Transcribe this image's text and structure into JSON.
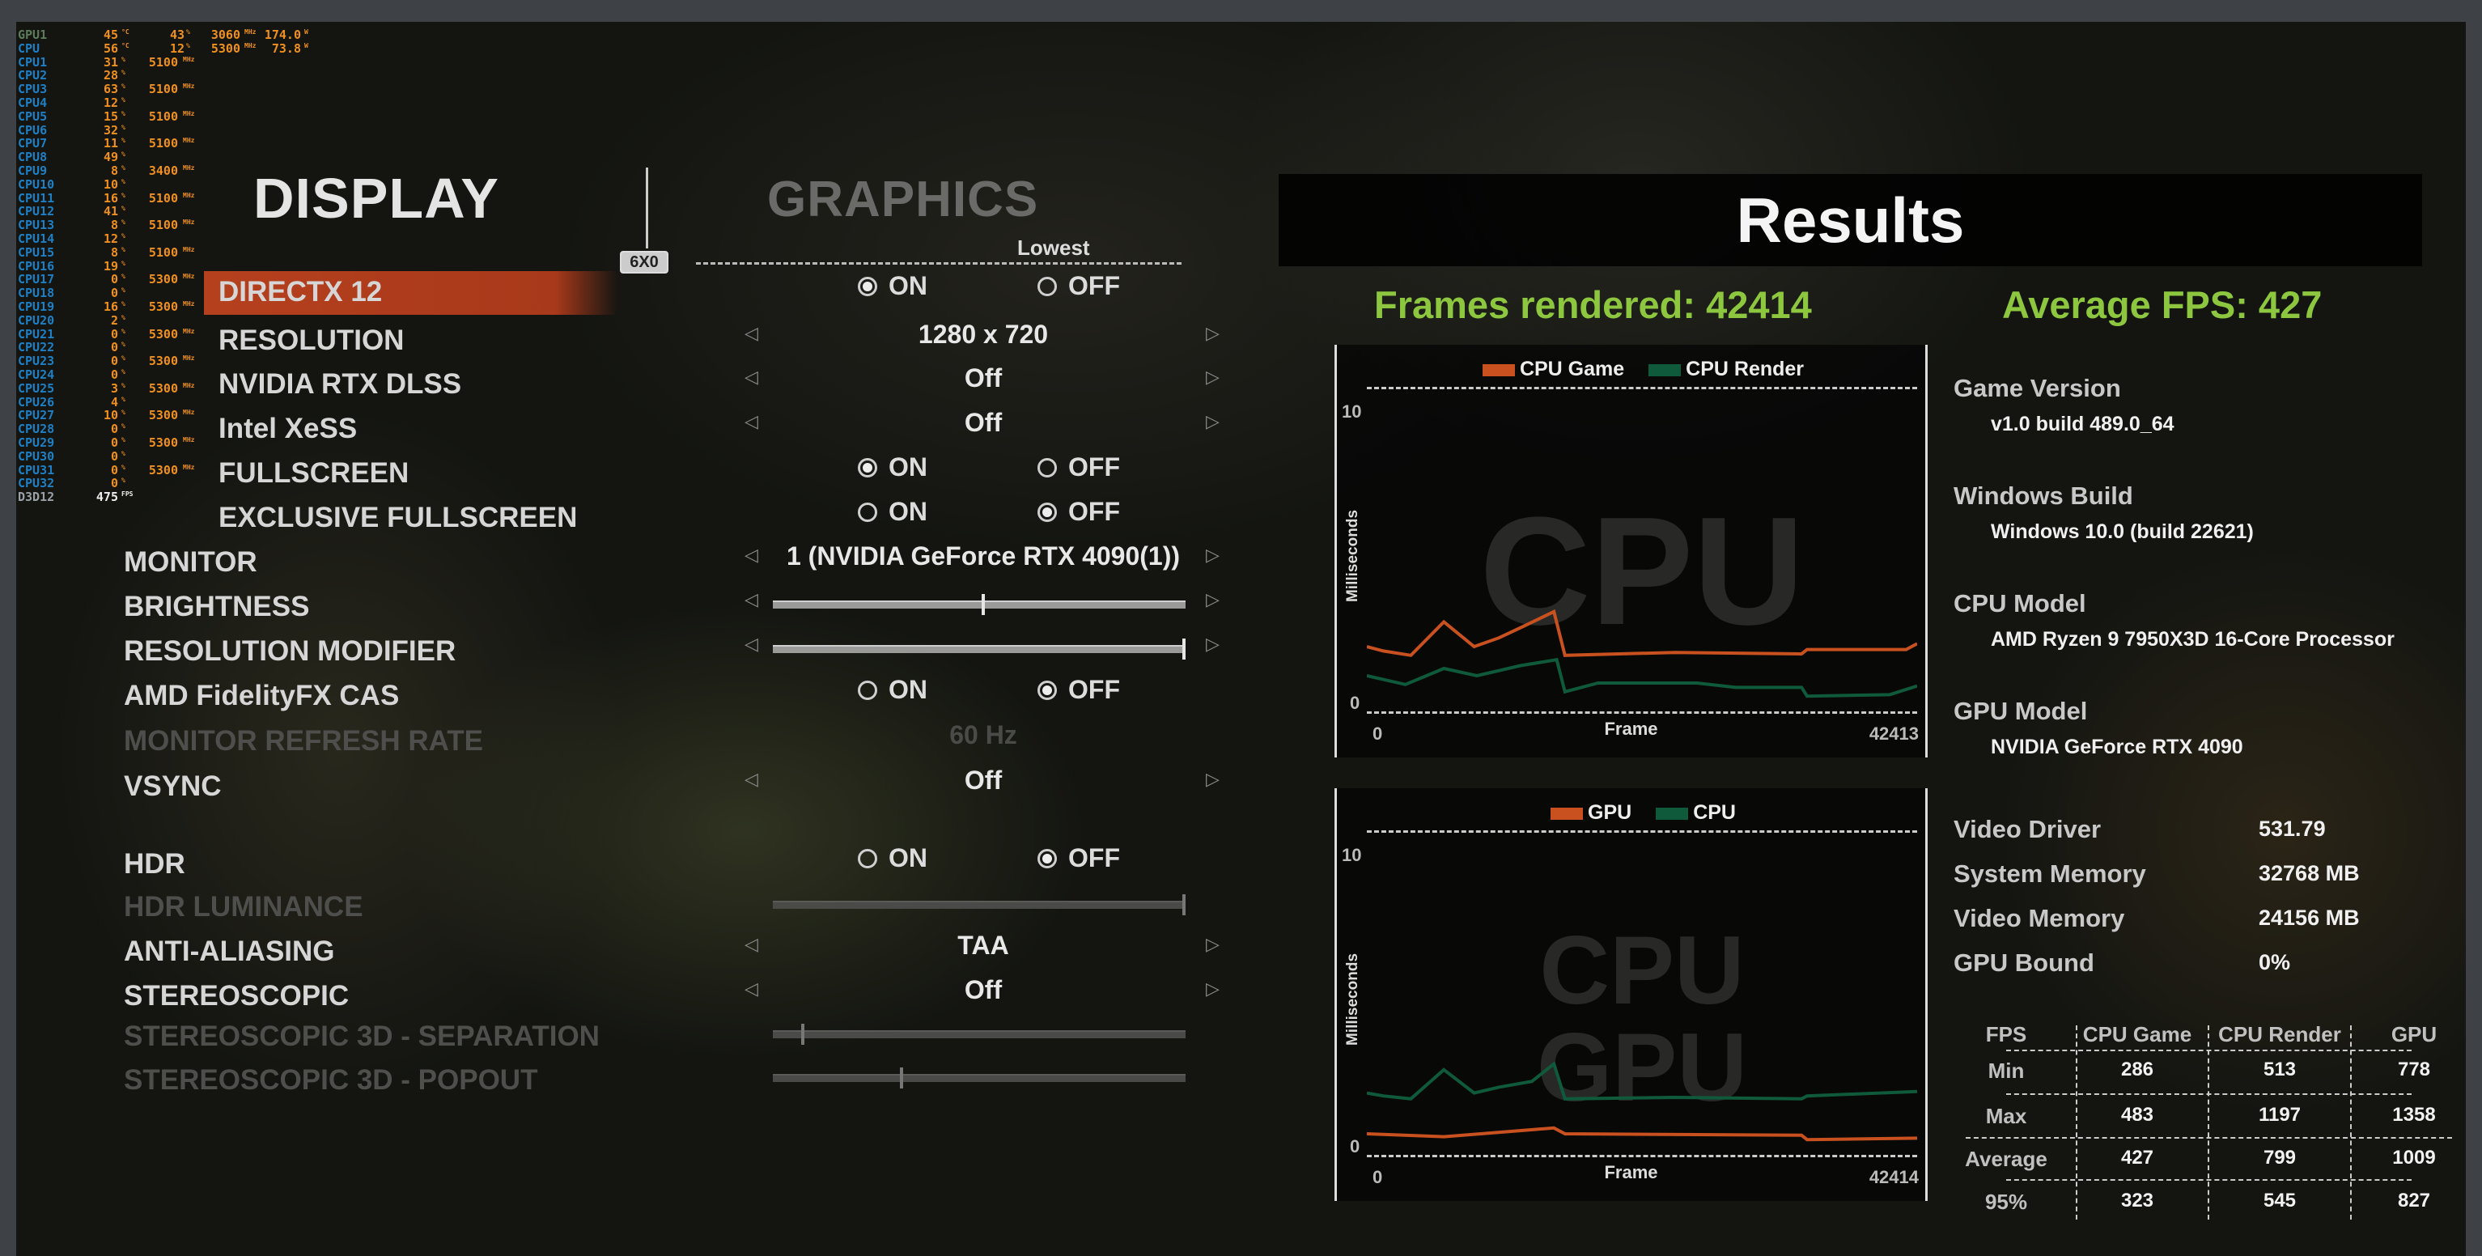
{
  "osd": {
    "gpu": {
      "label": "GPU1",
      "temp": "45",
      "temp_unit": "°C",
      "load": "43",
      "load_unit": "%",
      "clock": "3060",
      "clock_unit": "MHz",
      "power": "174.0",
      "power_unit": "W"
    },
    "cpu": {
      "label": "CPU",
      "temp": "56",
      "temp_unit": "°C",
      "load": "12",
      "load_unit": "%",
      "clock": "5300",
      "clock_unit": "MHz",
      "power": "73.8",
      "power_unit": "W"
    },
    "cores": [
      {
        "label": "CPU1",
        "load": "31",
        "clock": "5100"
      },
      {
        "label": "CPU2",
        "load": "28",
        "clock": ""
      },
      {
        "label": "CPU3",
        "load": "63",
        "clock": "5100"
      },
      {
        "label": "CPU4",
        "load": "12",
        "clock": ""
      },
      {
        "label": "CPU5",
        "load": "15",
        "clock": "5100"
      },
      {
        "label": "CPU6",
        "load": "32",
        "clock": ""
      },
      {
        "label": "CPU7",
        "load": "11",
        "clock": "5100"
      },
      {
        "label": "CPU8",
        "load": "49",
        "clock": ""
      },
      {
        "label": "CPU9",
        "load": "8",
        "clock": "3400"
      },
      {
        "label": "CPU10",
        "load": "10",
        "clock": ""
      },
      {
        "label": "CPU11",
        "load": "16",
        "clock": "5100"
      },
      {
        "label": "CPU12",
        "load": "41",
        "clock": ""
      },
      {
        "label": "CPU13",
        "load": "8",
        "clock": "5100"
      },
      {
        "label": "CPU14",
        "load": "12",
        "clock": ""
      },
      {
        "label": "CPU15",
        "load": "8",
        "clock": "5100"
      },
      {
        "label": "CPU16",
        "load": "19",
        "clock": ""
      },
      {
        "label": "CPU17",
        "load": "0",
        "clock": "5300"
      },
      {
        "label": "CPU18",
        "load": "0",
        "clock": ""
      },
      {
        "label": "CPU19",
        "load": "16",
        "clock": "5300"
      },
      {
        "label": "CPU20",
        "load": "2",
        "clock": ""
      },
      {
        "label": "CPU21",
        "load": "0",
        "clock": "5300"
      },
      {
        "label": "CPU22",
        "load": "0",
        "clock": ""
      },
      {
        "label": "CPU23",
        "load": "0",
        "clock": "5300"
      },
      {
        "label": "CPU24",
        "load": "0",
        "clock": ""
      },
      {
        "label": "CPU25",
        "load": "3",
        "clock": "5300"
      },
      {
        "label": "CPU26",
        "load": "4",
        "clock": ""
      },
      {
        "label": "CPU27",
        "load": "10",
        "clock": "5300"
      },
      {
        "label": "CPU28",
        "load": "0",
        "clock": ""
      },
      {
        "label": "CPU29",
        "load": "0",
        "clock": "5300"
      },
      {
        "label": "CPU30",
        "load": "0",
        "clock": ""
      },
      {
        "label": "CPU31",
        "load": "0",
        "clock": "5300"
      },
      {
        "label": "CPU32",
        "load": "0",
        "clock": ""
      }
    ],
    "pct_unit": "%",
    "mhz_unit": "MHz",
    "api": "D3D12",
    "fps": "475",
    "fps_unit": "FPS"
  },
  "tabs": {
    "display": "DISPLAY",
    "graphics": "GRAPHICS",
    "badge": "6X0",
    "preset": "Lowest"
  },
  "settings": [
    {
      "label": "DIRECTX 12",
      "type": "radio",
      "selected": "on",
      "highlight": true
    },
    {
      "label": "RESOLUTION",
      "type": "select",
      "value": "1280 x 720"
    },
    {
      "label": "NVIDIA RTX DLSS",
      "type": "select",
      "value": "Off"
    },
    {
      "label": "Intel XeSS",
      "type": "select",
      "value": "Off"
    },
    {
      "label": "FULLSCREEN",
      "type": "radio",
      "selected": "on"
    },
    {
      "label": "EXCLUSIVE FULLSCREEN",
      "type": "radio",
      "selected": "off"
    },
    {
      "label": "MONITOR",
      "type": "select",
      "value": "1 (NVIDIA GeForce RTX 4090(1))"
    },
    {
      "label": "BRIGHTNESS",
      "type": "slider",
      "level": 0.51
    },
    {
      "label": "RESOLUTION MODIFIER",
      "type": "slider",
      "level": 1.0
    },
    {
      "label": "AMD FidelityFX CAS",
      "type": "radio",
      "selected": "off"
    },
    {
      "label": "MONITOR REFRESH RATE",
      "type": "select",
      "value": "60 Hz",
      "dim": true
    },
    {
      "label": "VSYNC",
      "type": "select",
      "value": "Off"
    },
    {
      "label": "HDR",
      "type": "radio",
      "selected": "off"
    },
    {
      "label": "HDR LUMINANCE",
      "type": "slider",
      "level": 1.0,
      "dim": true
    },
    {
      "label": "ANTI-ALIASING",
      "type": "select",
      "value": "TAA"
    },
    {
      "label": "STEREOSCOPIC",
      "type": "select",
      "value": "Off"
    },
    {
      "label": "STEREOSCOPIC 3D - SEPARATION",
      "type": "slider",
      "level": 0.07,
      "dim": true
    },
    {
      "label": "STEREOSCOPIC 3D - POPOUT",
      "type": "slider",
      "level": 0.31,
      "dim": true
    }
  ],
  "radio_labels": {
    "on": "ON",
    "off": "OFF"
  },
  "results": {
    "title": "Results",
    "frames_rendered": "Frames rendered: 42414",
    "average_fps": "Average FPS: 427",
    "info": [
      {
        "label": "Game Version",
        "value": "v1.0 build 489.0_64"
      },
      {
        "label": "Windows Build",
        "value": "Windows 10.0 (build 22621)"
      },
      {
        "label": "CPU Model",
        "value": "AMD Ryzen 9 7950X3D 16-Core Processor"
      },
      {
        "label": "GPU Model",
        "value": "NVIDIA GeForce RTX 4090"
      }
    ],
    "stats": [
      {
        "label": "Video Driver",
        "value": "531.79"
      },
      {
        "label": "System Memory",
        "value": "32768 MB"
      },
      {
        "label": "Video Memory",
        "value": "24156 MB"
      },
      {
        "label": "GPU Bound",
        "value": "0%"
      }
    ],
    "table": {
      "headers": [
        "FPS",
        "CPU Game",
        "CPU Render",
        "GPU"
      ],
      "rows": [
        [
          "Min",
          "286",
          "513",
          "778"
        ],
        [
          "Max",
          "483",
          "1197",
          "1358"
        ],
        [
          "Average",
          "427",
          "799",
          "1009"
        ],
        [
          "95%",
          "323",
          "545",
          "827"
        ]
      ]
    }
  },
  "colors": {
    "accent_green": "#8dc63f",
    "orange": "#c8511f",
    "green": "#0f5a3a",
    "osd_blue": "#1f7fc4",
    "osd_orange": "#f0901e",
    "highlight": "#b5401e"
  },
  "chart_data": [
    {
      "type": "line",
      "watermark": "CPU",
      "ylabel": "Milliseconds",
      "xlabel": "Frame",
      "ylim": [
        0,
        10
      ],
      "yticks": [
        "0",
        "10"
      ],
      "xticks": [
        "0",
        "42413"
      ],
      "xmax": 42413,
      "series": [
        {
          "name": "CPU Game",
          "color": "#c8511f",
          "points": [
            [
              0,
              2.0
            ],
            [
              0.03,
              1.85
            ],
            [
              0.08,
              1.7
            ],
            [
              0.14,
              2.85
            ],
            [
              0.195,
              2.0
            ],
            [
              0.24,
              2.3
            ],
            [
              0.285,
              2.7
            ],
            [
              0.34,
              3.2
            ],
            [
              0.36,
              1.7
            ],
            [
              0.56,
              1.8
            ],
            [
              0.79,
              1.75
            ],
            [
              0.8,
              1.9
            ],
            [
              0.98,
              1.9
            ],
            [
              1,
              2.1
            ]
          ]
        },
        {
          "name": "CPU Render",
          "color": "#0f5a3a",
          "points": [
            [
              0,
              1.0
            ],
            [
              0.07,
              0.7
            ],
            [
              0.14,
              1.25
            ],
            [
              0.2,
              1.0
            ],
            [
              0.28,
              1.35
            ],
            [
              0.345,
              1.55
            ],
            [
              0.36,
              0.45
            ],
            [
              0.42,
              0.75
            ],
            [
              0.6,
              0.75
            ],
            [
              0.67,
              0.6
            ],
            [
              0.79,
              0.6
            ],
            [
              0.8,
              0.3
            ],
            [
              0.95,
              0.35
            ],
            [
              1,
              0.65
            ]
          ]
        }
      ]
    },
    {
      "type": "line",
      "watermark": "CPU GPU",
      "ylabel": "Milliseconds",
      "xlabel": "Frame",
      "ylim": [
        0,
        10
      ],
      "yticks": [
        "0",
        "10"
      ],
      "xticks": [
        "0",
        "42414"
      ],
      "xmax": 42414,
      "series": [
        {
          "name": "GPU",
          "color": "#c8511f",
          "points": [
            [
              0,
              0.5
            ],
            [
              0.14,
              0.4
            ],
            [
              0.34,
              0.7
            ],
            [
              0.36,
              0.5
            ],
            [
              0.79,
              0.45
            ],
            [
              0.8,
              0.3
            ],
            [
              1,
              0.35
            ]
          ]
        },
        {
          "name": "CPU",
          "color": "#0f5a3a",
          "points": [
            [
              0,
              1.9
            ],
            [
              0.03,
              1.8
            ],
            [
              0.08,
              1.7
            ],
            [
              0.14,
              2.7
            ],
            [
              0.195,
              1.9
            ],
            [
              0.24,
              2.1
            ],
            [
              0.3,
              2.3
            ],
            [
              0.34,
              2.9
            ],
            [
              0.36,
              1.7
            ],
            [
              0.56,
              1.75
            ],
            [
              0.79,
              1.7
            ],
            [
              0.8,
              1.8
            ],
            [
              1,
              1.95
            ]
          ]
        }
      ]
    }
  ]
}
